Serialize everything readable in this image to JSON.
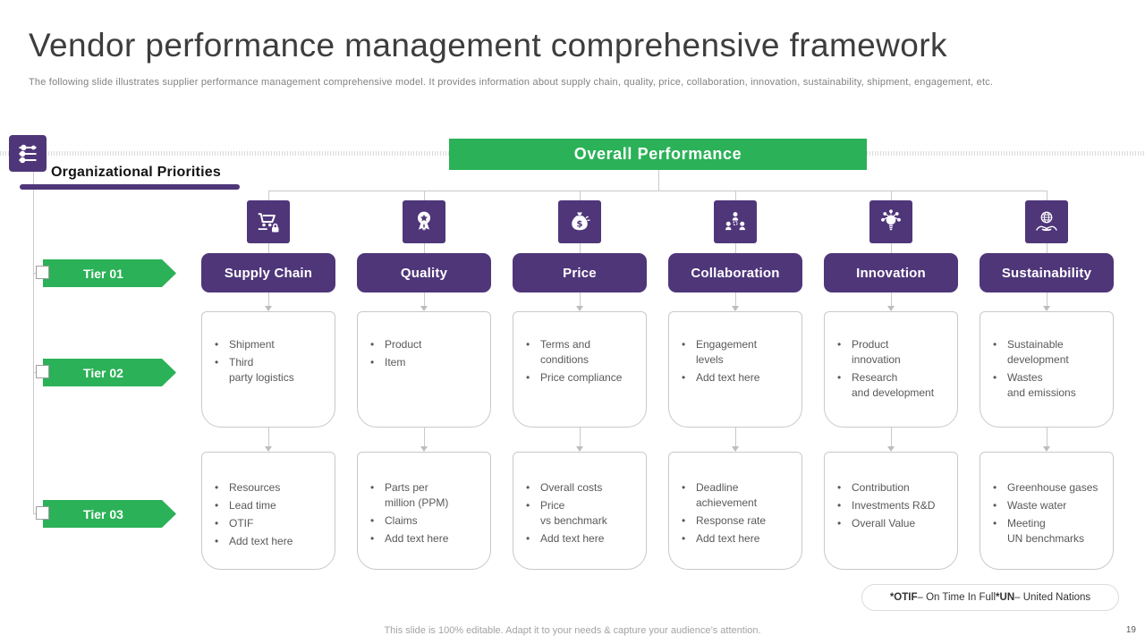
{
  "slide": {
    "title": "Vendor performance management comprehensive framework",
    "subtitle": "The following slide illustrates supplier performance management comprehensive model. It provides information about supply chain, quality, price, collaboration, innovation, sustainability, shipment, engagement, etc.",
    "bottom_text": "This slide is 100% editable. Adapt it to your needs & capture your audience’s attention.",
    "page_number": "19"
  },
  "banner": {
    "label": "Overall Performance"
  },
  "org_priorities": {
    "label": "Organizational Priorities",
    "icon": "sliders-icon"
  },
  "tiers": [
    {
      "label": "Tier 01"
    },
    {
      "label": "Tier 02"
    },
    {
      "label": "Tier 03"
    }
  ],
  "columns": [
    {
      "name": "Supply Chain",
      "icon": "supply-chain-cart-icon",
      "tier2": [
        "Shipment",
        "Third\nparty logistics"
      ],
      "tier3": [
        "Resources",
        "Lead time",
        "OTIF",
        "Add text here"
      ]
    },
    {
      "name": "Quality",
      "icon": "quality-award-icon",
      "tier2": [
        "Product",
        "Item"
      ],
      "tier3": [
        "Parts per\nmillion (PPM)",
        "Claims",
        "Add text here"
      ]
    },
    {
      "name": "Price",
      "icon": "money-bag-icon",
      "tier2": [
        "Terms and\nconditions",
        "Price compliance"
      ],
      "tier3": [
        "Overall costs",
        "Price\nvs benchmark",
        "Add text here"
      ]
    },
    {
      "name": "Collaboration",
      "icon": "team-collaboration-icon",
      "tier2": [
        "Engagement\nlevels",
        "Add text here"
      ],
      "tier3": [
        "Deadline\nachievement",
        "Response rate",
        "Add text here"
      ]
    },
    {
      "name": "Innovation",
      "icon": "innovation-bulb-icon",
      "tier2": [
        "Product\ninnovation",
        "Research\nand development"
      ],
      "tier3": [
        "Contribution",
        "Investments R&D",
        "Overall Value"
      ]
    },
    {
      "name": "Sustainability",
      "icon": "globe-hands-icon",
      "tier2": [
        "Sustainable\ndevelopment",
        "Wastes\nand emissions"
      ],
      "tier3": [
        "Greenhouse gases",
        "Waste water",
        "Meeting\nUN benchmarks"
      ]
    }
  ],
  "footnote": {
    "parts": [
      {
        "text": "*OTIF",
        "bold": true
      },
      {
        "text": "– On Time In Full ",
        "bold": false
      },
      {
        "text": "*UN",
        "bold": true
      },
      {
        "text": "– United Nations",
        "bold": false
      }
    ]
  },
  "colors": {
    "purple": "#4F3679",
    "green": "#2BB157",
    "line_gray": "#C9C9C9",
    "text_gray": "#595959"
  }
}
